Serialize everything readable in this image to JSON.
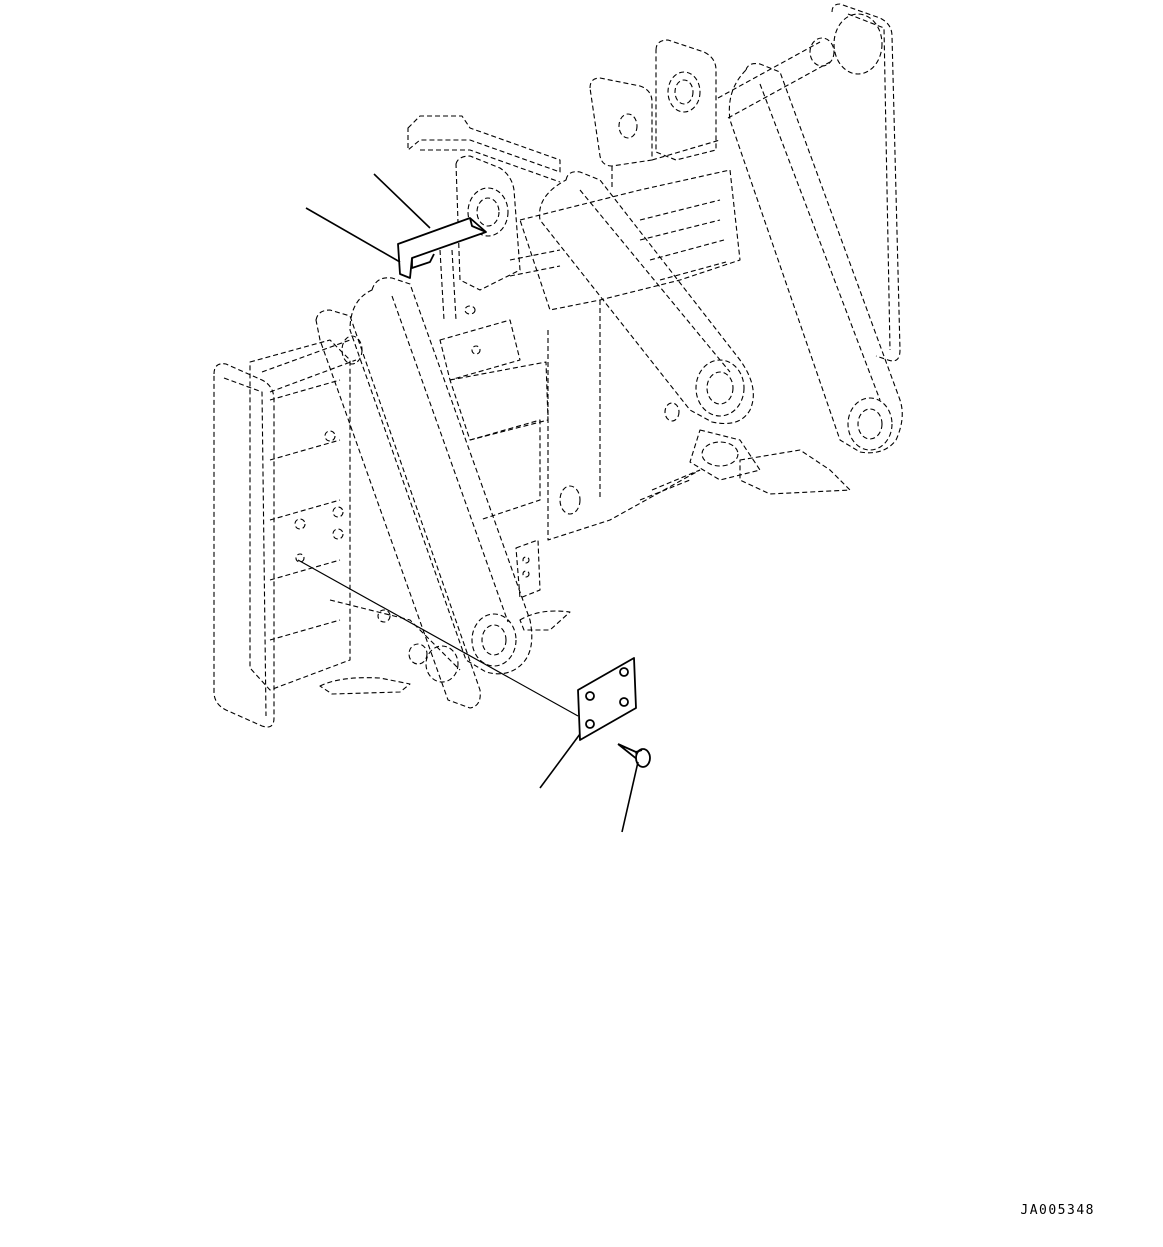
{
  "figure": {
    "drawing_code": "JA005348",
    "parts": [
      {
        "id": "bracket",
        "icon": "bracket-icon"
      },
      {
        "id": "plate",
        "icon": "plate-icon"
      },
      {
        "id": "rivet",
        "icon": "rivet-icon"
      }
    ]
  }
}
